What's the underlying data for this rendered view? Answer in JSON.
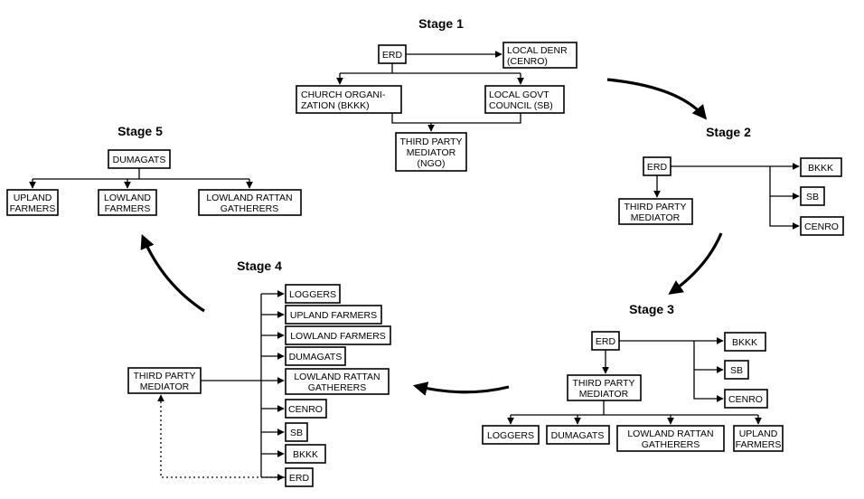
{
  "stage1": {
    "title": "Stage 1",
    "erd": "ERD",
    "local_denr_1": "LOCAL DENR",
    "local_denr_2": "(CENRO)",
    "church_1": "CHURCH ORGANI-",
    "church_2": "ZATION (BKKK)",
    "local_govt_1": "LOCAL GOVT",
    "local_govt_2": "COUNCIL (SB)",
    "third_party_1": "THIRD PARTY",
    "third_party_2": "MEDIATOR",
    "third_party_3": "(NGO)"
  },
  "stage2": {
    "title": "Stage 2",
    "erd": "ERD",
    "bkkk": "BKKK",
    "sb": "SB",
    "cenro": "CENRO",
    "third_party_1": "THIRD PARTY",
    "third_party_2": "MEDIATOR"
  },
  "stage3": {
    "title": "Stage 3",
    "erd": "ERD",
    "bkkk": "BKKK",
    "sb": "SB",
    "cenro": "CENRO",
    "third_party_1": "THIRD PARTY",
    "third_party_2": "MEDIATOR",
    "loggers": "LOGGERS",
    "dumagats": "DUMAGATS",
    "rattan_1": "LOWLAND RATTAN",
    "rattan_2": "GATHERERS",
    "upland_1": "UPLAND",
    "upland_2": "FARMERS"
  },
  "stage4": {
    "title": "Stage 4",
    "third_party_1": "THIRD PARTY",
    "third_party_2": "MEDIATOR",
    "loggers": "LOGGERS",
    "upland_farmers": "UPLAND FARMERS",
    "lowland_farmers": "LOWLAND FARMERS",
    "dumagats": "DUMAGATS",
    "rattan_1": "LOWLAND RATTAN",
    "rattan_2": "GATHERERS",
    "cenro": "CENRO",
    "sb": "SB",
    "bkkk": "BKKK",
    "erd": "ERD"
  },
  "stage5": {
    "title": "Stage 5",
    "dumagats": "DUMAGATS",
    "upland_1": "UPLAND",
    "upland_2": "FARMERS",
    "lowland_1": "LOWLAND",
    "lowland_2": "FARMERS",
    "rattan_1": "LOWLAND RATTAN",
    "rattan_2": "GATHERERS"
  }
}
